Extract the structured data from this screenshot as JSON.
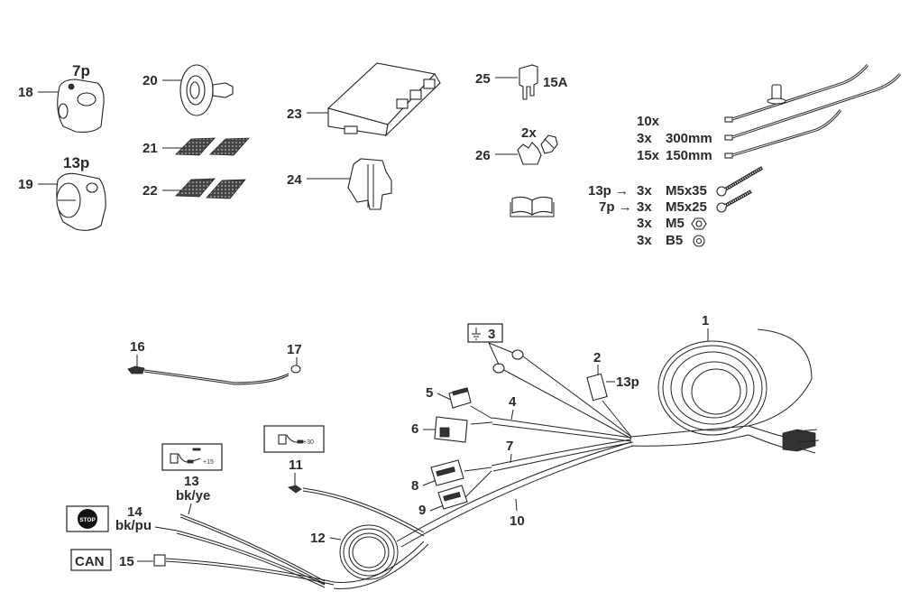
{
  "title": "Towbar wiring kit parts diagram",
  "parts_top": {
    "socket_7p": {
      "number": "18",
      "label": "7p"
    },
    "socket_13p": {
      "number": "19",
      "label": "13p"
    },
    "gasket": {
      "number": "20"
    },
    "pad_a": {
      "number": "21"
    },
    "pad_b": {
      "number": "22"
    },
    "control_module": {
      "number": "23"
    },
    "module_bracket": {
      "number": "24"
    },
    "fuse": {
      "number": "25",
      "rating": "15A"
    },
    "clips": {
      "number": "26",
      "qty": "2x"
    },
    "manual": {
      "icon": "book-icon"
    }
  },
  "hardware_list": [
    {
      "prefix": "",
      "qty": "10x",
      "spec": ""
    },
    {
      "prefix": "",
      "qty": "3x",
      "spec": "300mm"
    },
    {
      "prefix": "",
      "qty": "15x",
      "spec": "150mm"
    },
    {
      "prefix": "13p →",
      "qty": "3x",
      "spec": "M5x35"
    },
    {
      "prefix": "7p →",
      "qty": "3x",
      "spec": "M5x25"
    },
    {
      "prefix": "",
      "qty": "3x",
      "spec": "M5"
    },
    {
      "prefix": "",
      "qty": "3x",
      "spec": "B5"
    }
  ],
  "harness": {
    "main_cable": {
      "number": "1"
    },
    "connector_13p": {
      "number": "2",
      "label": "13p"
    },
    "ground": {
      "number": "3",
      "icon": "ground-icon"
    },
    "branch_a": {
      "number": "4"
    },
    "conn_5": {
      "number": "5"
    },
    "conn_6": {
      "number": "6"
    },
    "branch_b": {
      "number": "7"
    },
    "conn_8": {
      "number": "8"
    },
    "conn_9": {
      "number": "9"
    },
    "branch_c": {
      "number": "10"
    },
    "plus30_wire": {
      "number": "11",
      "legend": "+30"
    },
    "coil": {
      "number": "12"
    },
    "plus15_wire": {
      "number": "13",
      "color_code": "bk/ye",
      "legend": "+15"
    },
    "stop_wire": {
      "number": "14",
      "color_code": "bk/pu",
      "badge": "STOP"
    },
    "can_wire": {
      "number": "15",
      "badge": "CAN"
    },
    "ground_lead_end_a": {
      "number": "16"
    },
    "ground_lead_end_b": {
      "number": "17"
    }
  }
}
